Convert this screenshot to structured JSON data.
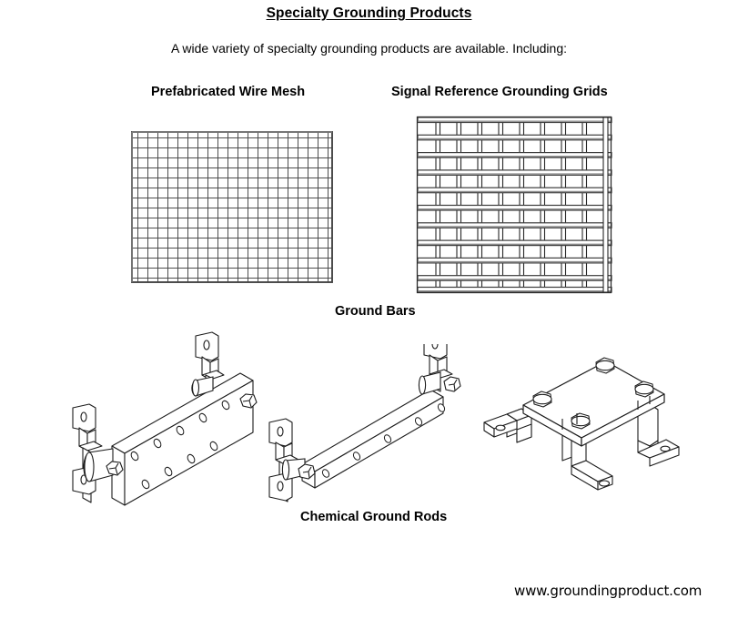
{
  "document": {
    "title": "Specialty Grounding Products",
    "intro": "A wide variety of specialty grounding products are available.  Including:",
    "footer_url": "www.groundingproduct.com"
  },
  "sections": [
    {
      "id": "mesh",
      "heading": "Prefabricated Wire Mesh"
    },
    {
      "id": "grid",
      "heading": "Signal Reference Grounding Grids"
    },
    {
      "id": "bars",
      "heading": "Ground Bars"
    },
    {
      "id": "rods",
      "heading": "Chemical Ground Rods"
    }
  ],
  "figures": {
    "wire_mesh": {
      "name": "prefabricated-wire-mesh",
      "columns": 20,
      "rows": 15,
      "cell": 11,
      "stroke": "#3a3a3a"
    },
    "grounding_grid": {
      "name": "signal-reference-grounding-grid",
      "rows": 10,
      "columns": 8,
      "stroke": "#2b2b2b"
    },
    "ground_bar_wall": {
      "name": "ground-bar-with-wall-brackets"
    },
    "ground_bar_slim": {
      "name": "slim-ground-bar-with-brackets"
    },
    "ground_plate": {
      "name": "ground-plate-with-bolts-and-legs"
    }
  },
  "colors": {
    "ink": "#000000",
    "page": "#ffffff",
    "line_gray": "#6d6d6d",
    "line_dark": "#1c1c1c"
  }
}
